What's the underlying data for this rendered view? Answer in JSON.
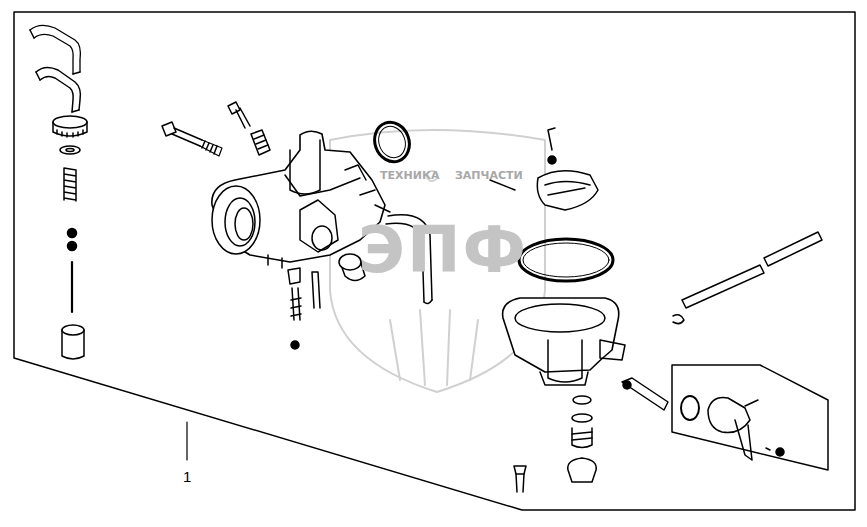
{
  "diagram": {
    "labels": [
      "1",
      "ТЕХНИКА",
      "ЗАПЧАСТИ",
      "ЭПФ"
    ]
  }
}
